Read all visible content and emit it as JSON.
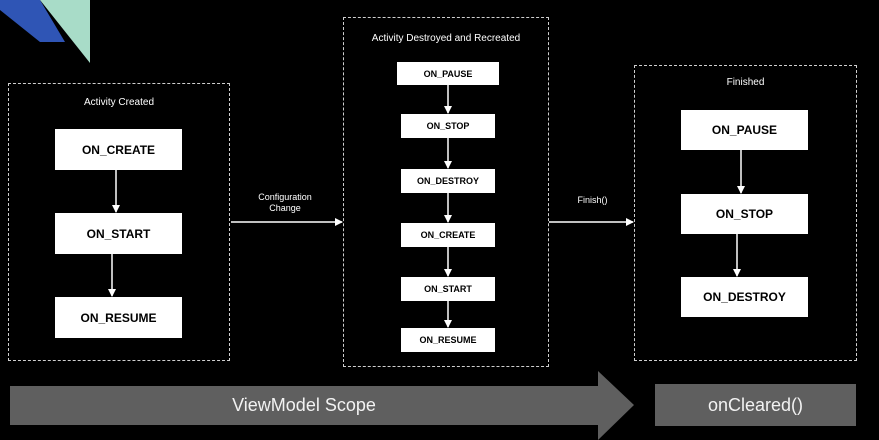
{
  "colors": {
    "background": "#000000",
    "box_fill": "#ffffff",
    "arrow": "#ffffff",
    "dashed_border": "#cfcfcf",
    "scope_banner": "#5f5f5f",
    "cleared_box": "#5f5f5f",
    "corner_blue": "#2f55b5",
    "corner_teal": "#a8dcc8"
  },
  "groups": {
    "created": {
      "title": "Activity Created",
      "states": [
        "ON_CREATE",
        "ON_START",
        "ON_RESUME"
      ]
    },
    "recreated": {
      "title": "Activity Destroyed and Recreated",
      "states": [
        "ON_PAUSE",
        "ON_STOP",
        "ON_DESTROY",
        "ON_CREATE",
        "ON_START",
        "ON_RESUME"
      ]
    },
    "finished": {
      "title": "Finished",
      "states": [
        "ON_PAUSE",
        "ON_STOP",
        "ON_DESTROY"
      ]
    }
  },
  "transitions": {
    "config_change": [
      "Configuration",
      "Change"
    ],
    "finish": "Finish()"
  },
  "scope": {
    "viewmodel": "ViewModel Scope",
    "cleared": "onCleared()"
  },
  "decorations": {
    "corner_logo_icon": "material-corner-shapes"
  }
}
